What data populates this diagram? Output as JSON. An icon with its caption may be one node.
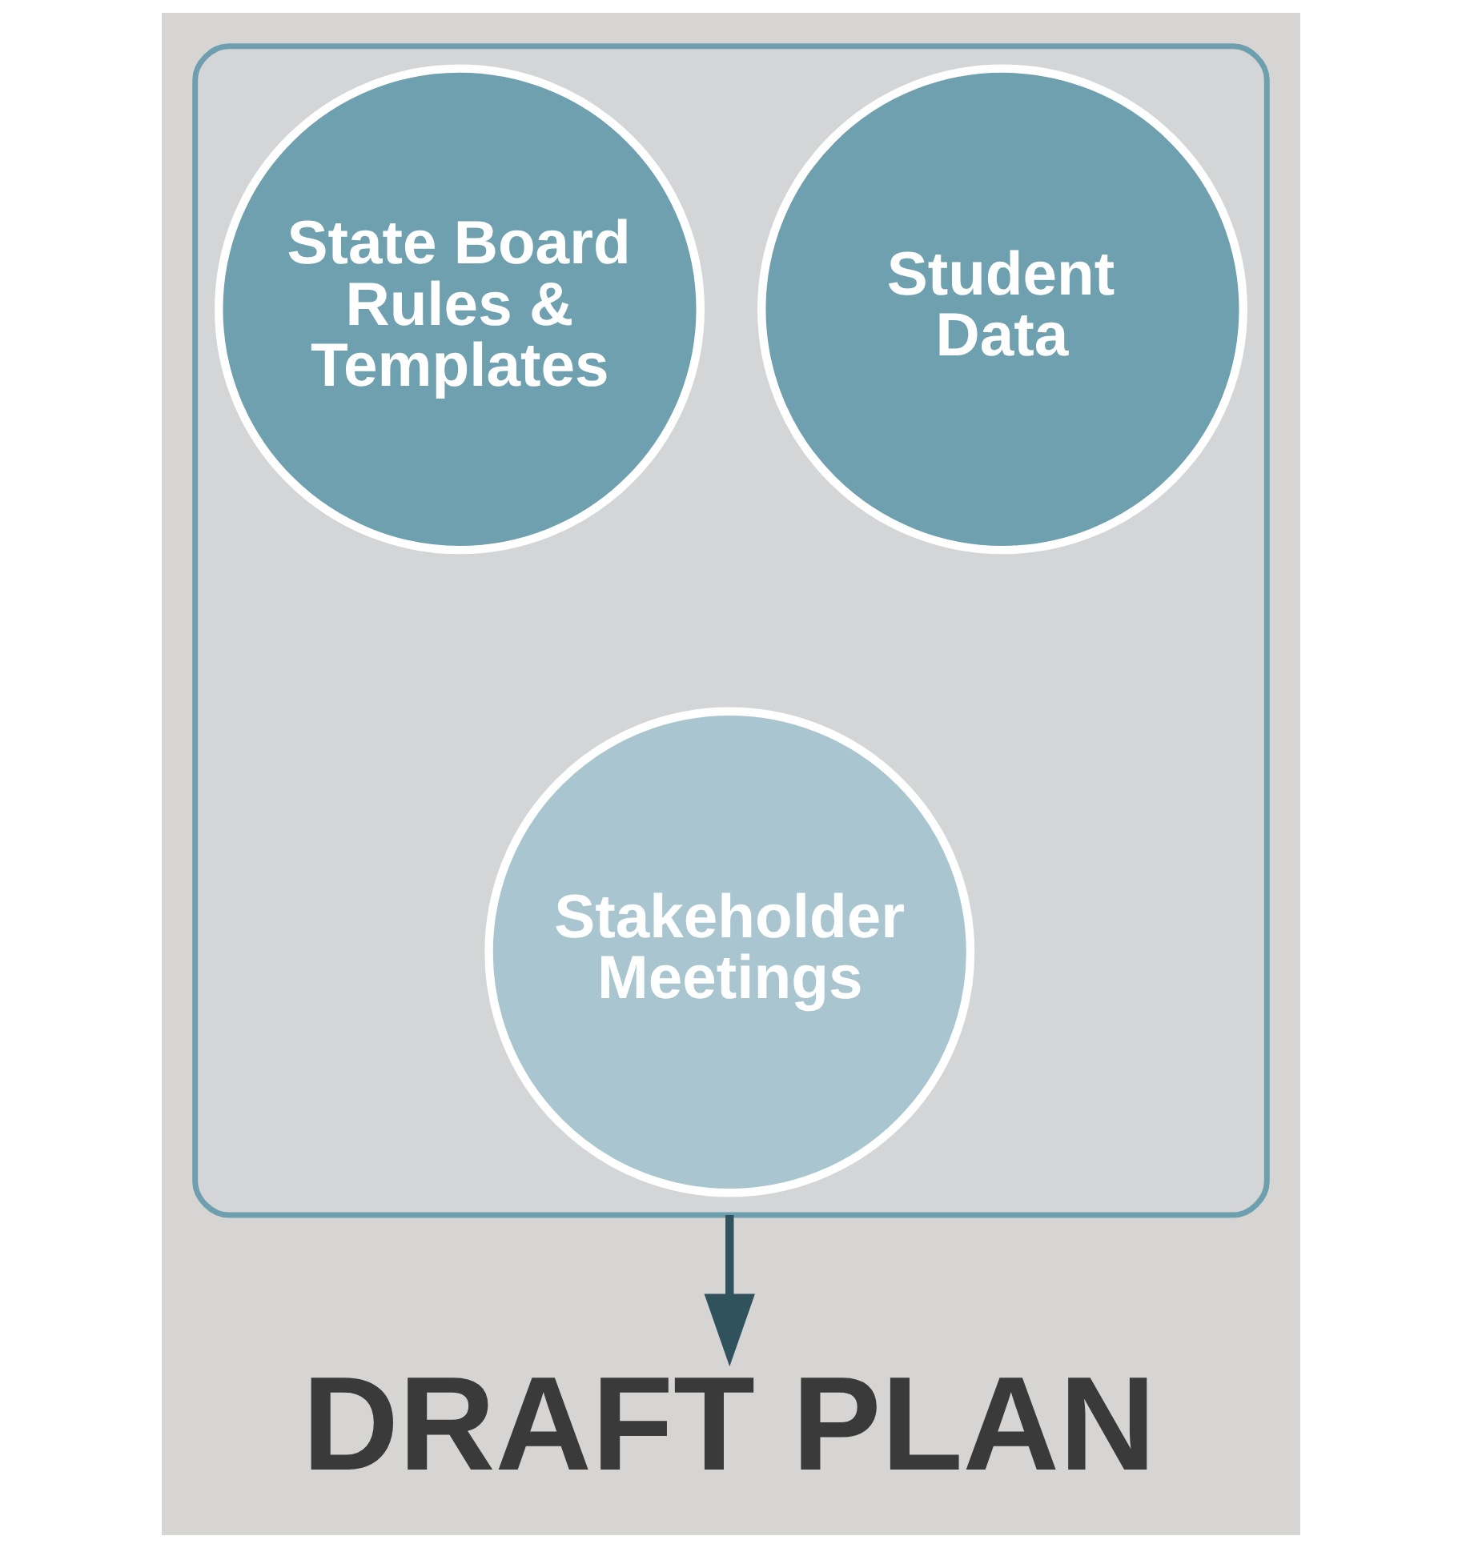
{
  "diagram": {
    "nodes": [
      {
        "text": [],
        "shape": "funnel"
      },
      {
        "text": [
          "Student Data"
        ],
        "in": 0
      },
      {
        "text": [
          "State Board Rules & Templates"
        ],
        "in": 0
      },
      {
        "text": [
          "Stakeholder Meetings"
        ],
        "in": 0
      },
      {
        "text": [
          "DRAFT PLAN"
        ]
      }
    ],
    "edges": [
      {
        "from": 0,
        "to": 4,
        "arrow": "to"
      }
    ]
  }
}
